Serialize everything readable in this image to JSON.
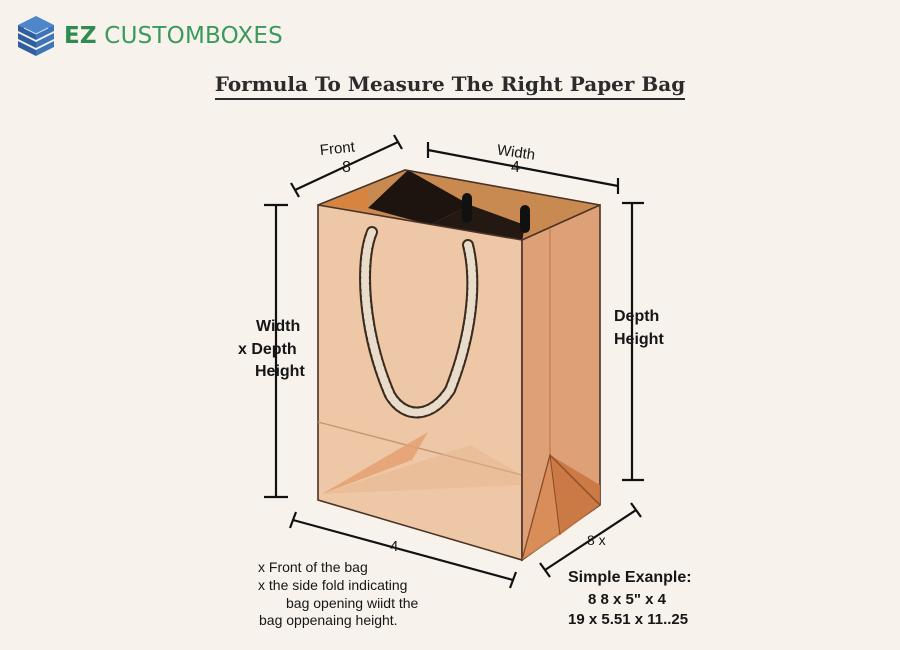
{
  "brand": {
    "name_bold": "EZ",
    "name_rest": " CUSTOMBOXES",
    "colors": {
      "green": "#3a9a5b",
      "blue": "#3e6fb6"
    },
    "icon": "stacked-boxes-icon"
  },
  "title": "Formula To Measure The Right Paper Bag",
  "labels": {
    "front_word": "Front",
    "front_value": "8",
    "width_word": "Width",
    "width_value": "4",
    "left_line1": "Width",
    "left_line2": "x  Depth",
    "left_line3": "Height",
    "right_line1": "Depth",
    "right_line2": "Height",
    "bottom_front_value": "4",
    "bottom_side_value": "8 x"
  },
  "notes": [
    "x Front of the bag",
    "x the  side fold indicating",
    "bag opening wiidt the",
    "bag oppenaing height."
  ],
  "example": {
    "heading": "Simple Exanple:",
    "line1": "8  8 x 5\" x 4",
    "line2": "19 x 5.51 x 11..25"
  }
}
